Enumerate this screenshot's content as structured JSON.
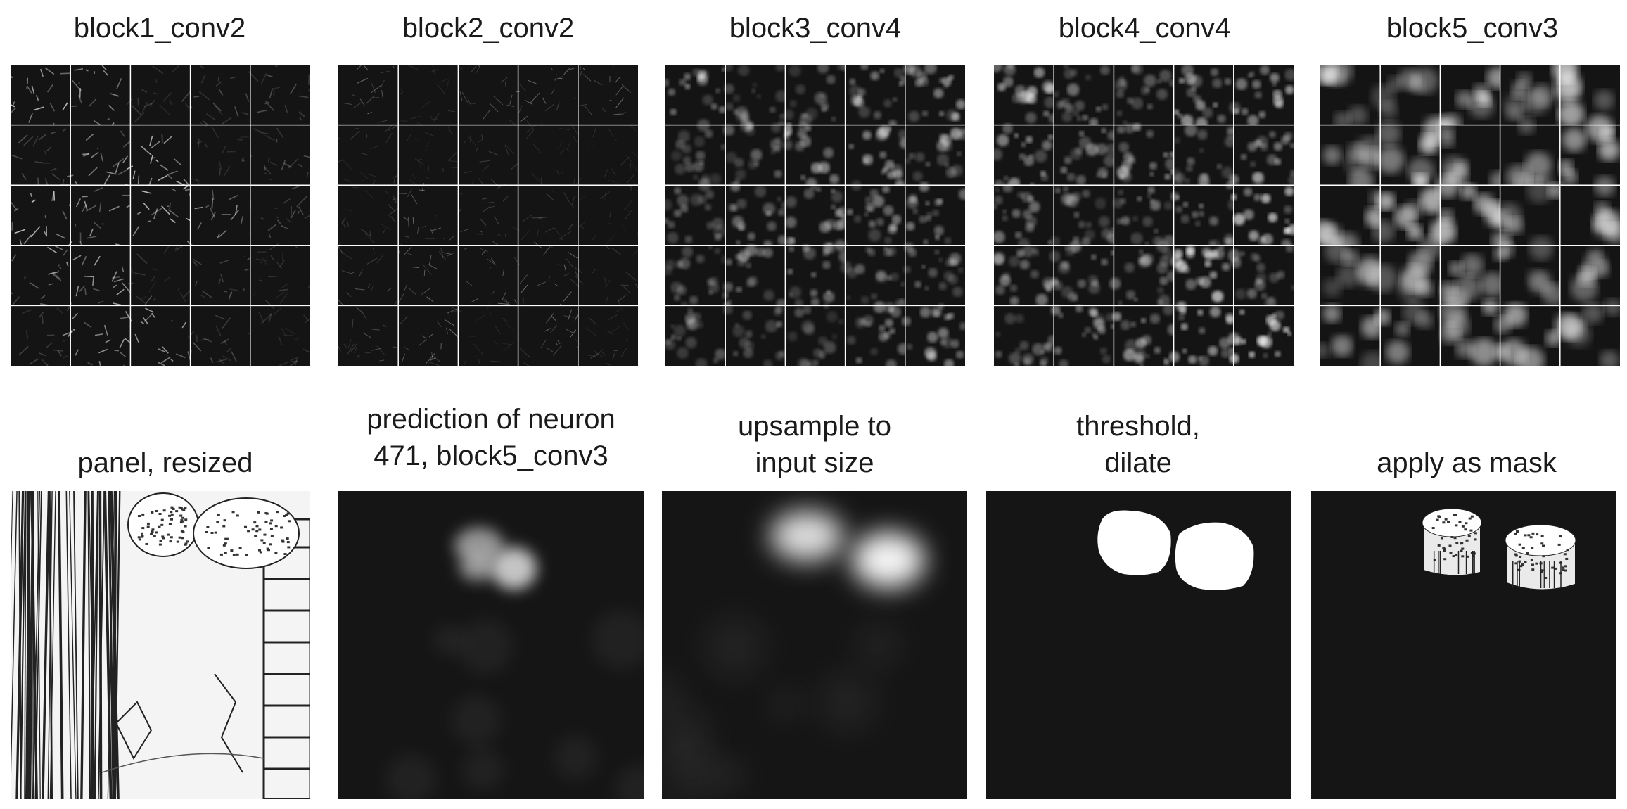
{
  "figure": {
    "top_row": {
      "labels": [
        "block1_conv2",
        "block2_conv2",
        "block3_conv4",
        "block4_conv4",
        "block5_conv3"
      ]
    },
    "bottom_row": {
      "labels": [
        "panel, resized",
        "prediction of neuron\n471, block5_conv3",
        "upsample to\ninput size",
        "threshold,\ndilate",
        "apply as mask"
      ]
    },
    "colors": {
      "background": "#ffffff",
      "map_background": "#151515",
      "text": "#1a1a1a",
      "activation": "#ffffff"
    }
  }
}
